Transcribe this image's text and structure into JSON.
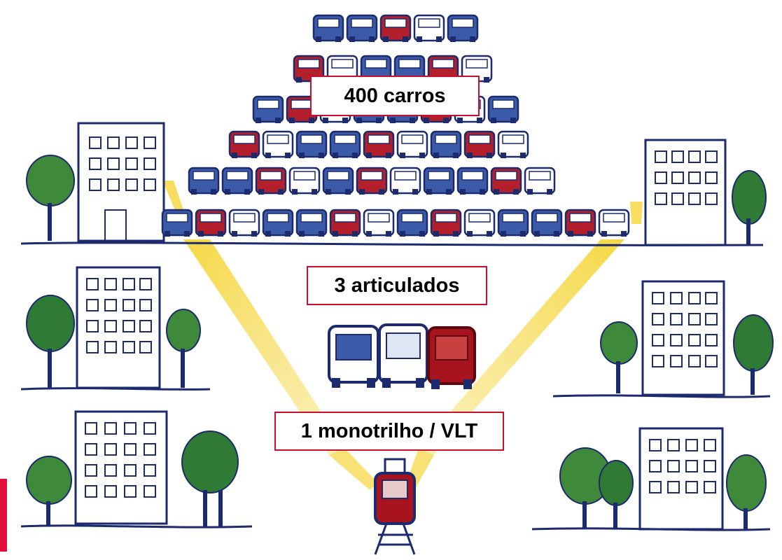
{
  "labels": {
    "cars": "400 carros",
    "buses": "3 articulados",
    "monorail": "1 monotrilho / VLT"
  },
  "palette": {
    "ink": "#1c2a6e",
    "car_blue": "#3b5aa8",
    "car_red": "#b3202c",
    "bus_red": "#a8141e",
    "light_yellow": "#f5d63a",
    "tree_green": "#2f7a34",
    "label_border": "#c8102e",
    "accent_red": "#e0103a"
  },
  "icons": [
    "car-icon",
    "bus-icon",
    "tram-icon",
    "building-icon",
    "tree-icon"
  ]
}
